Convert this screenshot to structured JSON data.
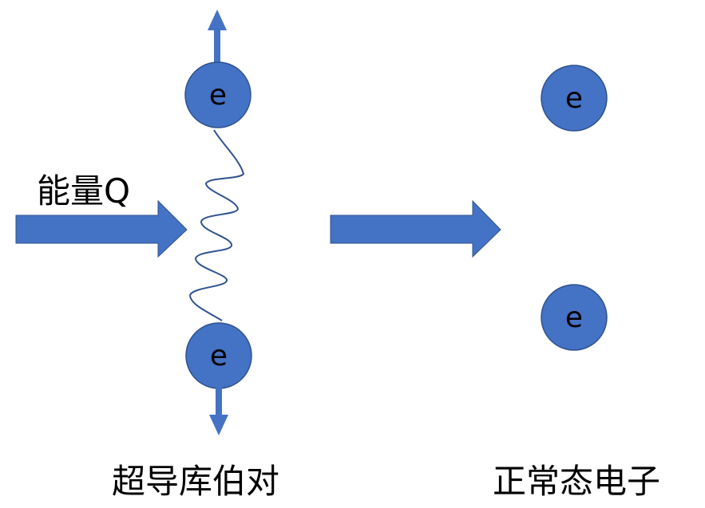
{
  "diagram": {
    "title": "Cooper pair breaking into normal-state electrons",
    "colors": {
      "shape_fill": "#4472C4",
      "shape_stroke": "#2F528F",
      "text": "#000000",
      "background": "#FFFFFF"
    },
    "energy_label": "能量Q",
    "left_group": {
      "caption": "超导库伯对",
      "electrons": [
        {
          "label": "e",
          "spin": "up"
        },
        {
          "label": "e",
          "spin": "down"
        }
      ],
      "bond": "wavy-line"
    },
    "transition_arrow": "right",
    "right_group": {
      "caption": "正常态电子",
      "electrons": [
        {
          "label": "e"
        },
        {
          "label": "e"
        }
      ]
    }
  }
}
